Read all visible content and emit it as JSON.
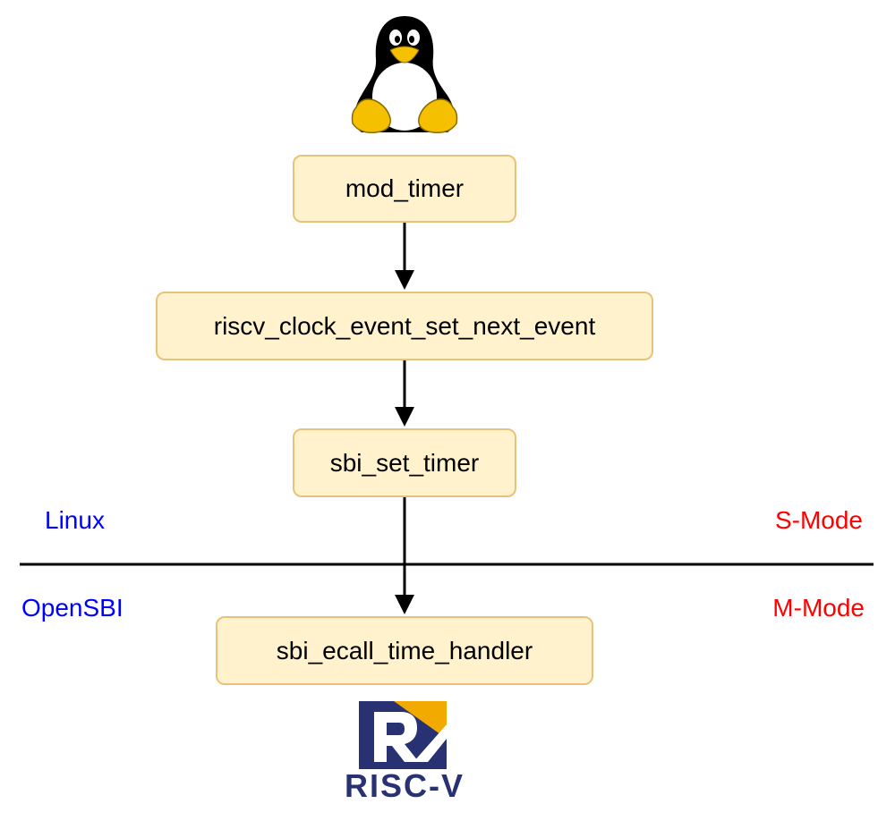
{
  "colors": {
    "box_fill": "#fff2cc",
    "box_border": "#e8c27a",
    "left_labels": "#0000ff",
    "right_labels": "#ff0000",
    "riscv_blue": "#283272",
    "riscv_yellow": "#f2a900"
  },
  "nodes": {
    "mod_timer": "mod_timer",
    "set_next_event": "riscv_clock_event_set_next_event",
    "sbi_set_timer": "sbi_set_timer",
    "ecall_handler": "sbi_ecall_time_handler"
  },
  "layers": {
    "top_left": "Linux",
    "top_right": "S-Mode",
    "bottom_left": "OpenSBI",
    "bottom_right": "M-Mode"
  },
  "logos": {
    "linux": "tux-penguin-icon",
    "riscv": "RISC-V"
  }
}
